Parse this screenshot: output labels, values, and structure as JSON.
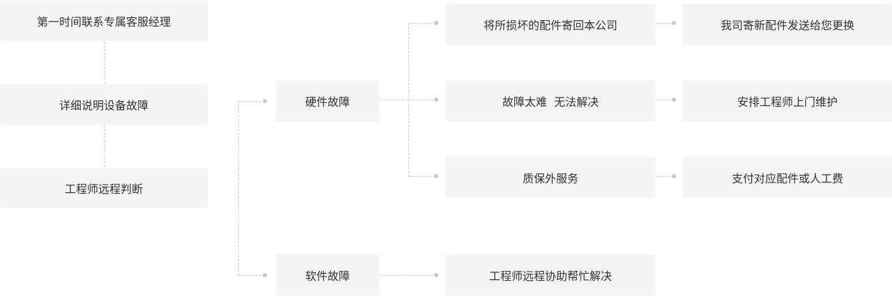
{
  "steps": [
    "第一时间联系专属客服经理",
    "详细说明设备故障",
    "工程师远程判断"
  ],
  "branches": {
    "hardware": "硬件故障",
    "software": "软件故障"
  },
  "hardware_cases": [
    "将所损坏的配件寄回本公司",
    "故障太难  无法解决",
    "质保外服务"
  ],
  "hardware_results": [
    "我司寄新配件发送给您更换",
    "安排工程师上门维护",
    "支付对应配件或人工费"
  ],
  "software_case": "工程师远程协助帮忙解决"
}
